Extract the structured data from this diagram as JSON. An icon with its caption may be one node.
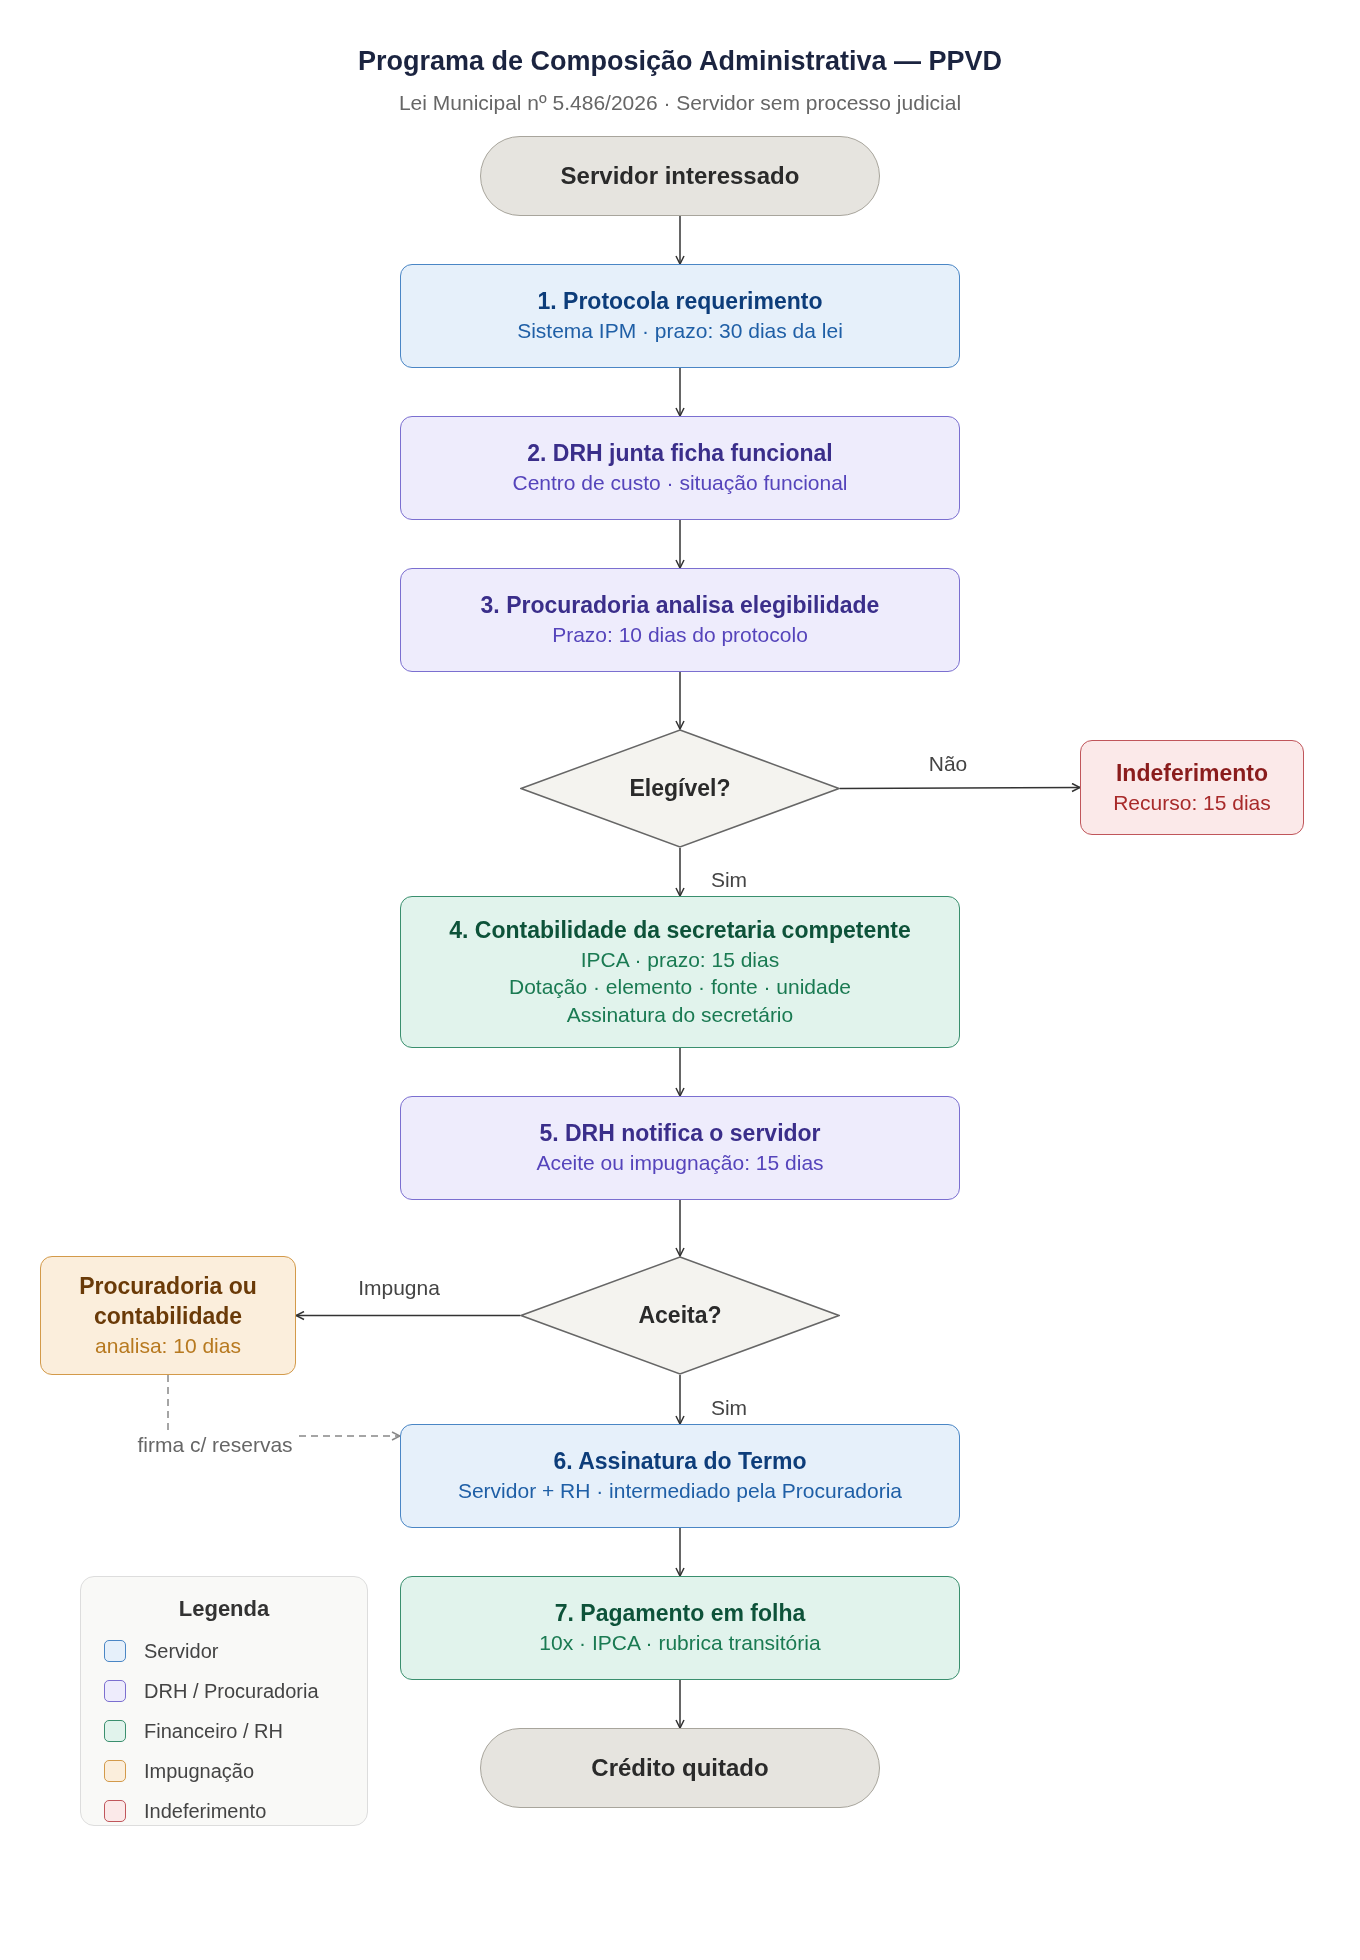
{
  "diagram": {
    "title": "Programa de Composição Administrativa — PPVD",
    "nodes": [
      {
        "text": [
          "Servidor interessado"
        ]
      },
      {
        "text": [
          "1. Protocola requerimento",
          "Sistema IPM · prazo: 30 dias da lei"
        ]
      },
      {
        "text": [
          "2. DRH junta ficha funcional",
          "Centro de custo · situação funcional"
        ]
      },
      {
        "text": [
          "3. Procuradoria analisa elegibilidade",
          "Prazo: 10 dias do protocolo"
        ]
      },
      {
        "text": [
          "Elegível?"
        ]
      },
      {
        "text": [
          "Indeferimento",
          "Recurso: 15 dias"
        ]
      },
      {
        "text": [
          "4. Contabilidade da secretaria competente",
          "IPCA · prazo: 15 dias",
          "Dotação · elemento · fonte · unidade",
          "Assinatura do secretário"
        ]
      },
      {
        "text": [
          "5. DRH notifica o servidor",
          "Aceite ou impugnação: 15 dias"
        ]
      },
      {
        "text": [
          "Aceita?"
        ]
      },
      {
        "text": [
          "Procuradoria ou contabilidade",
          "analisa: 10 dias"
        ]
      },
      {
        "text": [
          "6. Assinatura do Termo",
          "Servidor + RH · intermediado pela Procuradoria"
        ]
      },
      {
        "text": [
          "7. Pagamento em folha",
          "10x · IPCA · rubrica transitória"
        ]
      },
      {
        "text": [
          "Crédito quitado"
        ]
      }
    ],
    "edges": [
      {
        "from": 0,
        "to": 1,
        "arrow": "to"
      },
      {
        "from": 1,
        "to": 2,
        "arrow": "to"
      },
      {
        "from": 2,
        "to": 3,
        "arrow": "to"
      },
      {
        "from": 3,
        "to": 4,
        "arrow": "to"
      },
      {
        "from": 4,
        "to": 5,
        "arrow": "to",
        "label": "Não"
      },
      {
        "from": 4,
        "to": 6,
        "arrow": "to",
        "label": "Sim"
      },
      {
        "from": 6,
        "to": 7,
        "arrow": "to"
      },
      {
        "from": 7,
        "to": 8,
        "arrow": "to"
      },
      {
        "from": 8,
        "to": 9,
        "arrow": "to",
        "label": "Impugna"
      },
      {
        "from": 8,
        "to": 10,
        "arrow": "to",
        "label": "Sim"
      },
      {
        "from": 9,
        "to": 10,
        "arrow": "to",
        "label": "firma c/ reservas",
        "style": "dashed",
        "color": "#888888"
      },
      {
        "from": 10,
        "to": 11,
        "arrow": "to"
      },
      {
        "from": 11,
        "to": 12,
        "arrow": "to"
      }
    ],
    "labels": [
      "Lei Municipal nº 5.486/2026 · Servidor sem processo judicial",
      "Legenda"
    ],
    "legend": [
      {
        "text": "Servidor",
        "color": "#e6f0fa"
      },
      {
        "text": "DRH / Procuradoria",
        "color": "#eeecfc"
      },
      {
        "text": "Financeiro / RH",
        "color": "#e1f3ec"
      },
      {
        "text": "Impugnação",
        "color": "#fbeedc"
      },
      {
        "text": "Indeferimento",
        "color": "#fbe9e9"
      }
    ]
  }
}
